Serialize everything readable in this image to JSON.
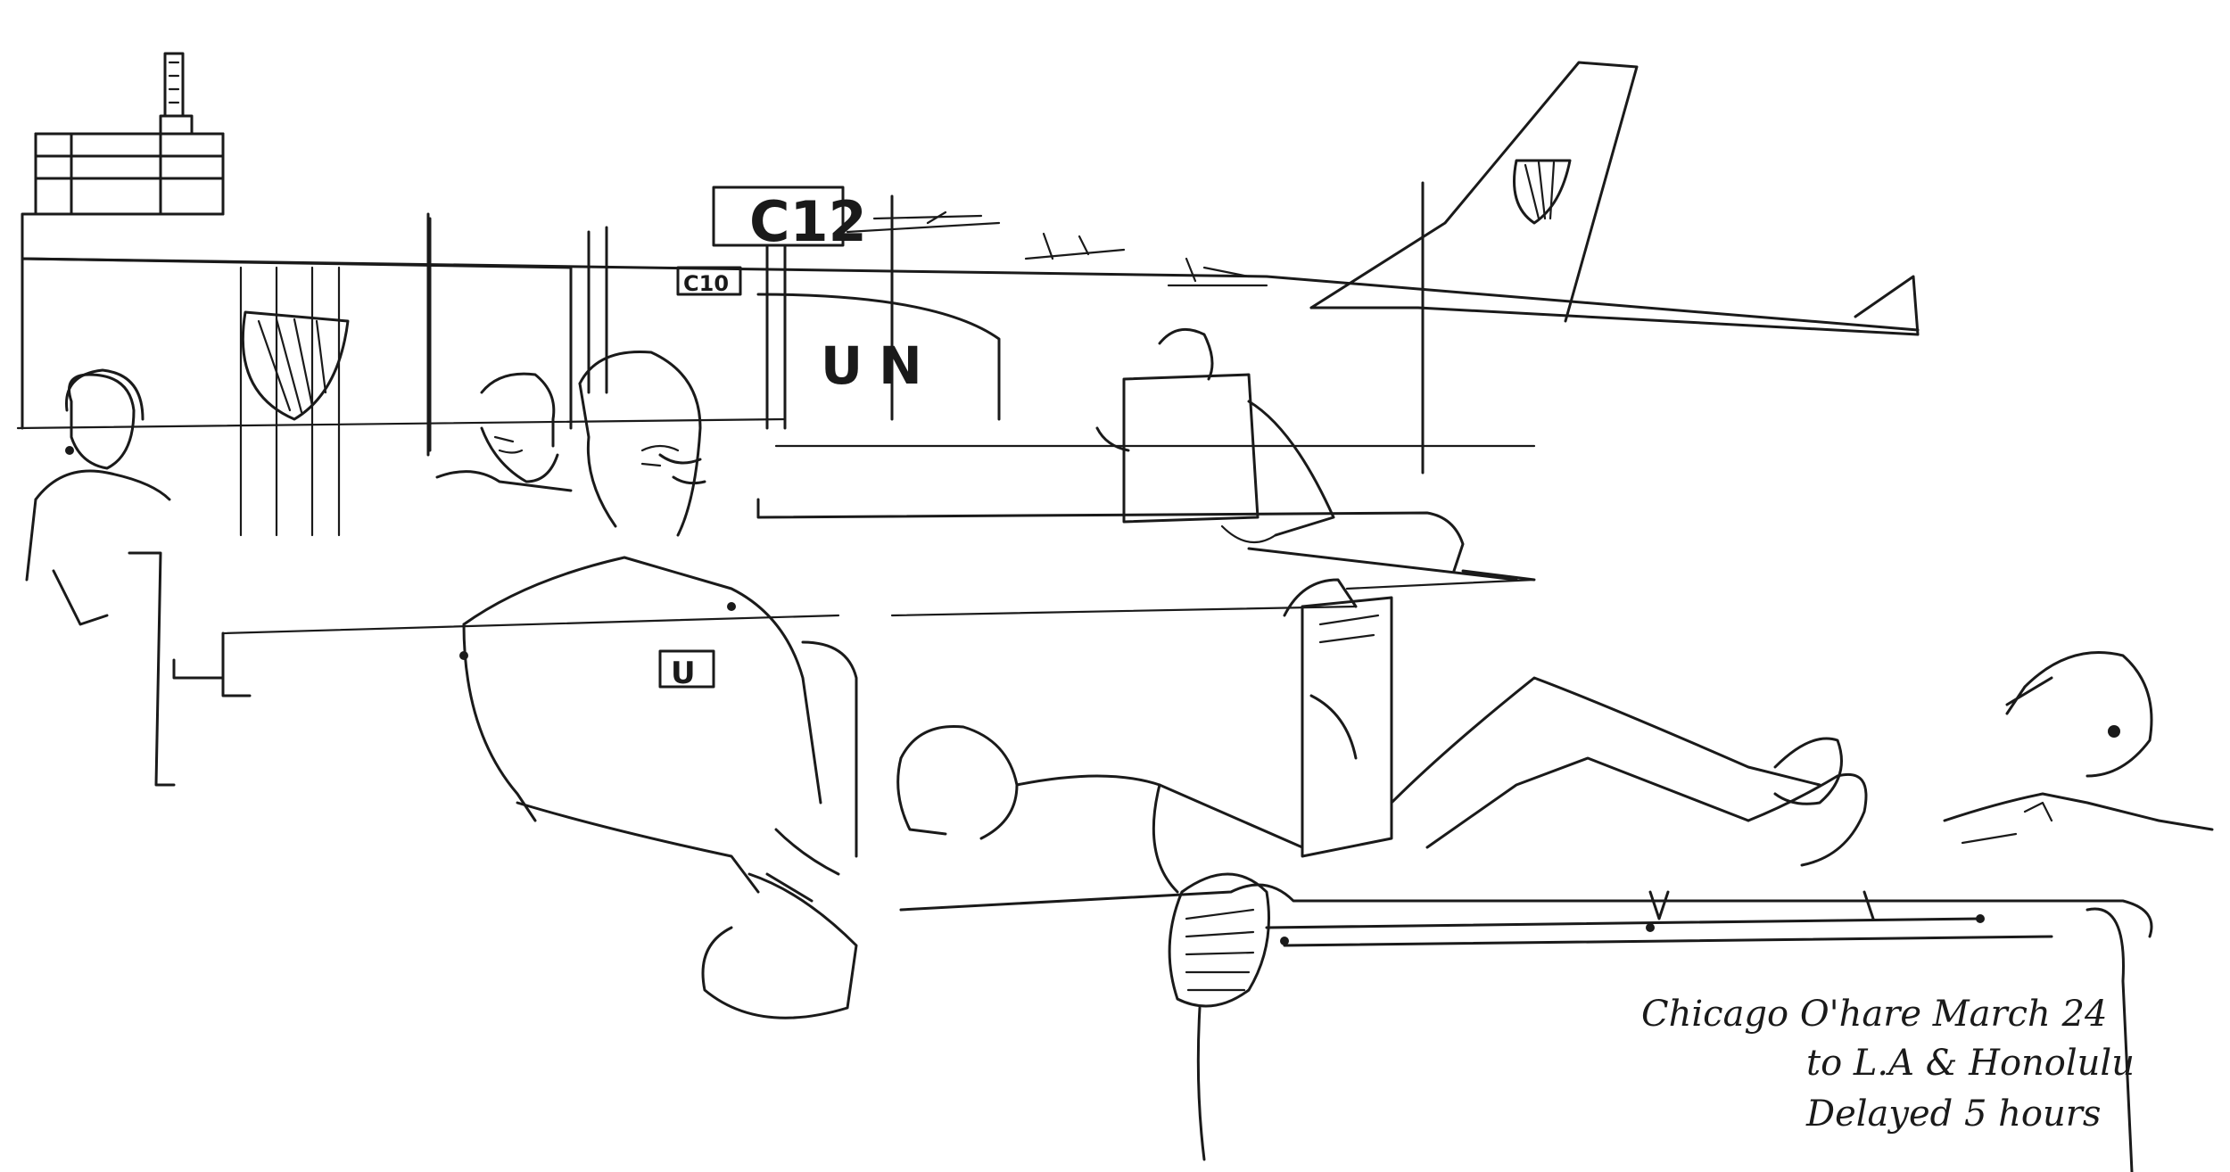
{
  "sign": {
    "gate_main": "C12",
    "gate_side": "C10",
    "aircraft_mark": "UN",
    "shirt_mark": "U"
  },
  "caption": {
    "line1": "Chicago O'hare March 24",
    "line2": "to L.A & Honolulu",
    "line3": "Delayed 5 hours"
  },
  "colors": {
    "ink": "#1a1a1a",
    "paper": "#ffffff"
  }
}
